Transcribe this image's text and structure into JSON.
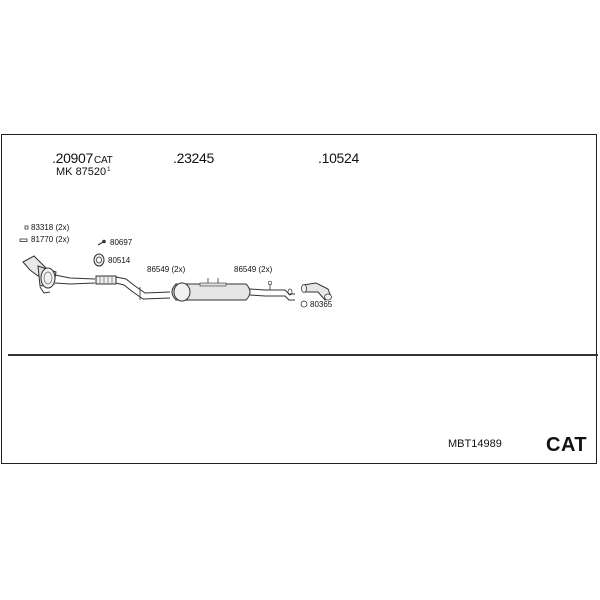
{
  "header_parts": [
    {
      "number": ".20907",
      "suffix": "CAT"
    },
    {
      "number": ".23245"
    },
    {
      "number": ".10524"
    }
  ],
  "kit": {
    "prefix": "MK",
    "number": "87520",
    "sup": "1"
  },
  "labels": {
    "clamp_a": "83318 (2x)",
    "gasket_a": "81770 (2x)",
    "bolt": "80697",
    "clamp_b": "80514",
    "hanger_left": "86549 (2x)",
    "hanger_right": "86549 (2x)",
    "tail_clamp": "80365"
  },
  "footer": {
    "code": "MBT14989",
    "badge": "CAT"
  },
  "colors": {
    "line": "#333333",
    "fill": "#e6e6e6"
  }
}
